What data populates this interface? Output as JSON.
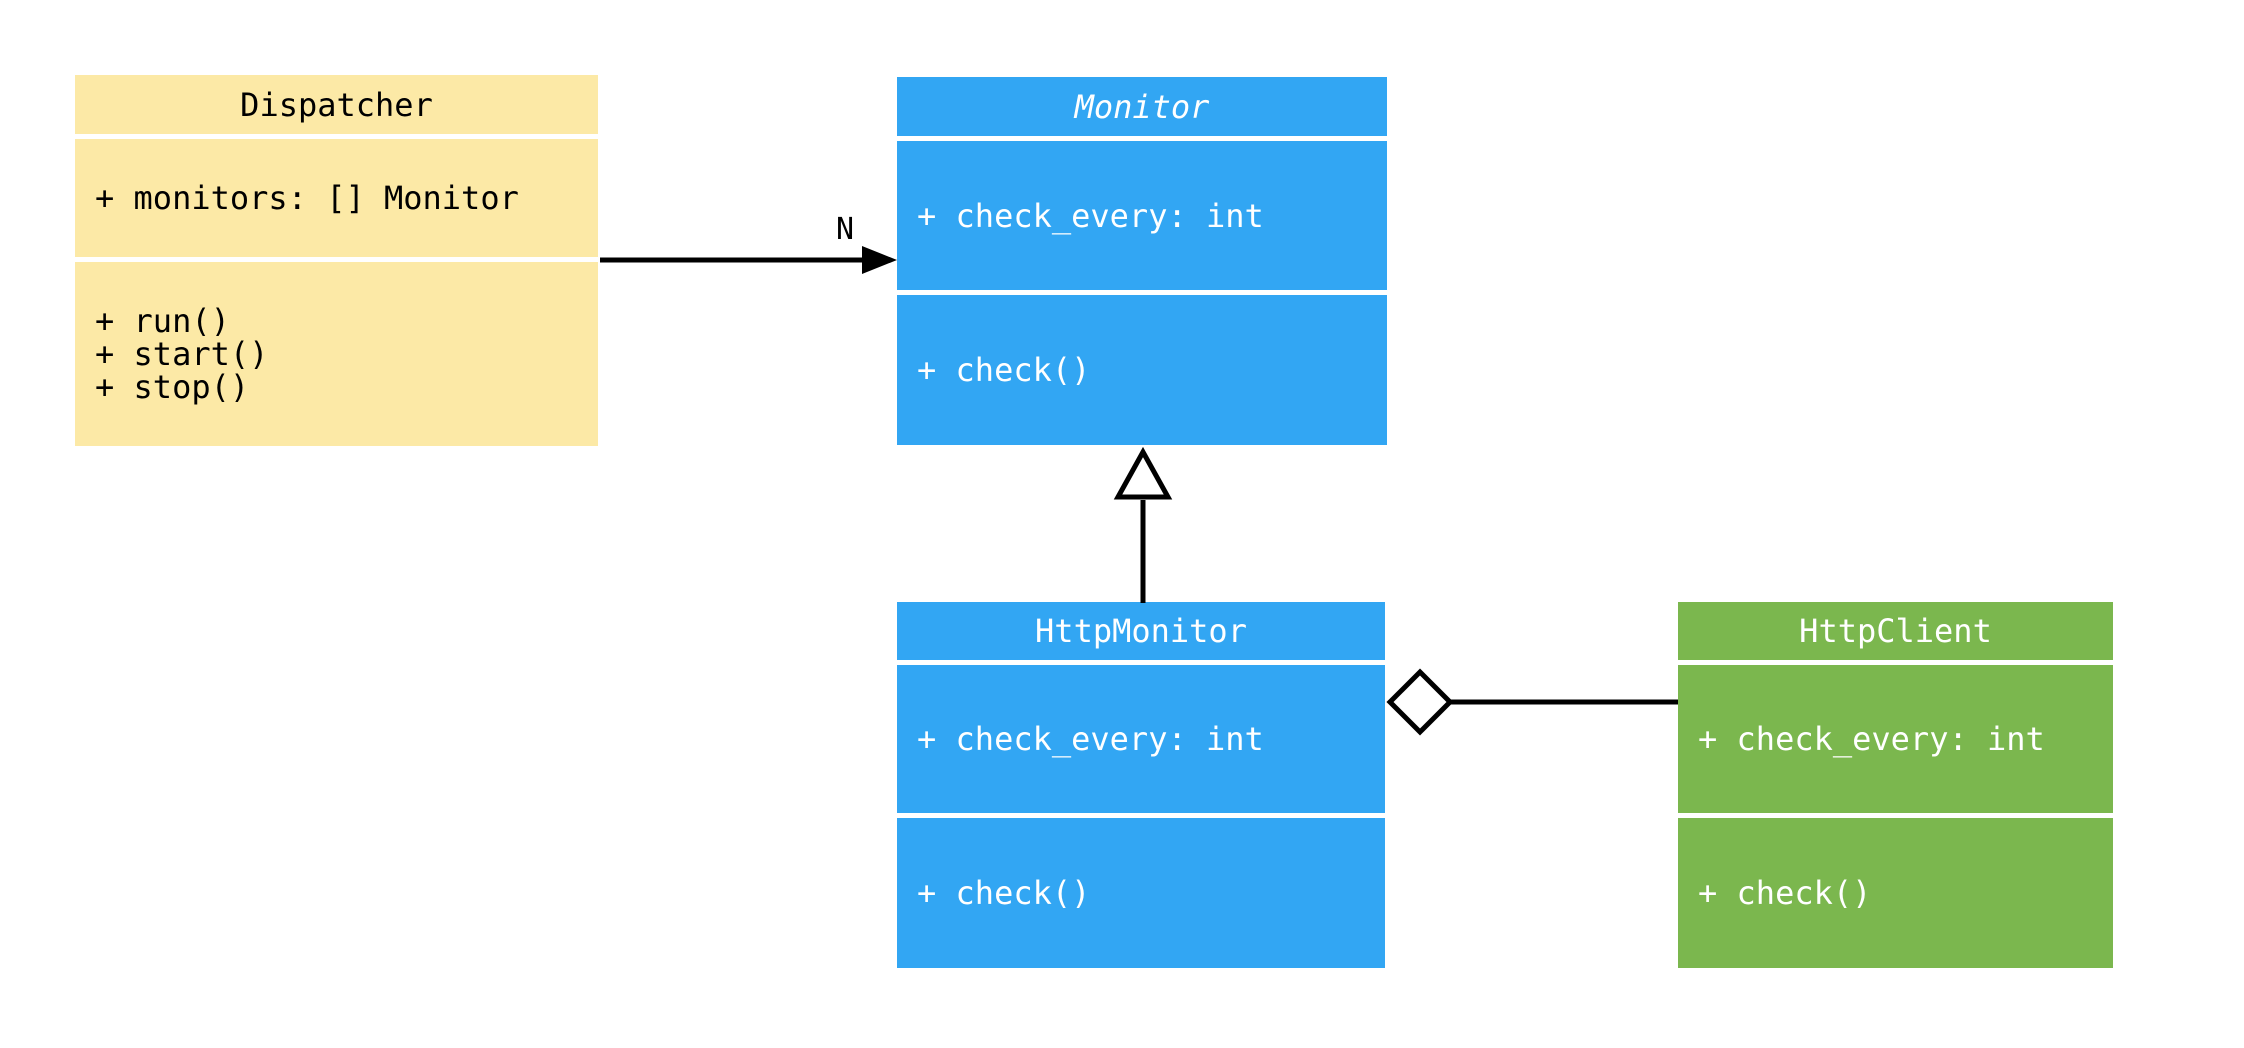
{
  "colors": {
    "background": "#FFFFFF",
    "line": "#000000",
    "class_yellow": "#FCE9A6",
    "class_blue": "#32A6F3",
    "class_green": "#7BB74E",
    "text_on_light": "#000000",
    "text_on_dark": "#FFFFFF"
  },
  "diagram": {
    "classes": [
      {
        "name": "Dispatcher",
        "abstract": false,
        "fill": "#FCE9A6",
        "text_color": "#000000",
        "attributes": [
          "+ monitors: [] Monitor"
        ],
        "methods": [
          "+ run()",
          "+ start()",
          "+ stop()"
        ]
      },
      {
        "name": "Monitor",
        "abstract": true,
        "fill": "#32A6F3",
        "text_color": "#FFFFFF",
        "attributes": [
          "+ check_every: int"
        ],
        "methods": [
          "+ check()"
        ]
      },
      {
        "name": "HttpMonitor",
        "abstract": false,
        "fill": "#32A6F3",
        "text_color": "#FFFFFF",
        "attributes": [
          "+ check_every: int"
        ],
        "methods": [
          "+ check()"
        ]
      },
      {
        "name": "HttpClient",
        "abstract": false,
        "fill": "#7BB74E",
        "text_color": "#FFFFFF",
        "attributes": [
          "+ check_every: int"
        ],
        "methods": [
          "+ check()"
        ]
      }
    ],
    "relationships": [
      {
        "type": "association",
        "from": "Dispatcher",
        "to": "Monitor",
        "label": "N"
      },
      {
        "type": "generalization",
        "from": "HttpMonitor",
        "to": "Monitor",
        "label": ""
      },
      {
        "type": "aggregation",
        "from": "HttpMonitor",
        "to": "HttpClient",
        "label": ""
      }
    ]
  }
}
